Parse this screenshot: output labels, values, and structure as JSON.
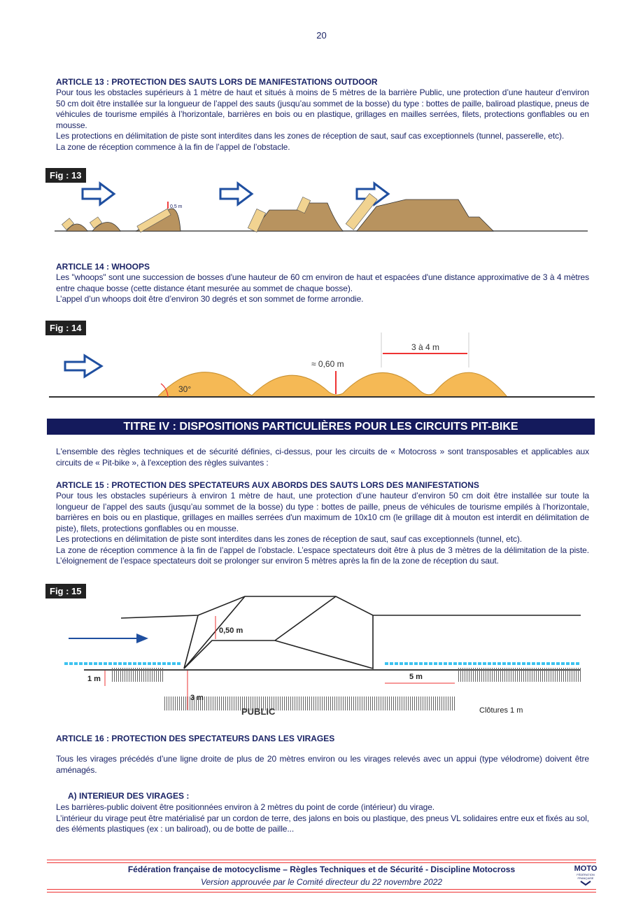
{
  "page_number": "20",
  "article13": {
    "title": "ARTICLE 13 : PROTECTION DES SAUTS LORS DE MANIFESTATIONS OUTDOOR",
    "paragraphs": [
      "Pour tous les obstacles supérieurs à 1 mètre de haut et situés à moins de 5 mètres de la barrière Public, une protection d’une hauteur d’environ 50 cm doit être installée sur la longueur de l’appel des sauts (jusqu’au sommet de la bosse) du type : bottes de paille, baliroad plastique, pneus de véhicules de tourisme empilés à l’horizontale, barrières en bois ou en plastique, grillages en mailles serrées, filets, protections gonflables ou en mousse.",
      "Les protections en délimitation de piste sont interdites dans les zones de réception de saut, sauf cas exceptionnels (tunnel, passerelle, etc).",
      "La zone de réception commence à la fin de l’appel de l’obstacle."
    ],
    "figure": {
      "label": "Fig : 13",
      "annotation": "0,5 m"
    }
  },
  "article14": {
    "title": "ARTICLE 14 : WHOOPS",
    "paragraphs": [
      "Les \"whoops\" sont une succession de bosses d'une hauteur de 60 cm environ de haut et espacées d'une distance approximative de 3 à 4 mètres entre chaque bosse (cette distance étant mesurée au sommet de chaque bosse).",
      "L’appel d’un whoops doit être d’environ 30 degrés et son sommet de forme arrondie."
    ],
    "figure": {
      "label": "Fig : 14",
      "angle": "30°",
      "height": "≈ 0,60 m",
      "spacing": "3 à 4 m"
    }
  },
  "titre4": {
    "title": "TITRE IV : DISPOSITIONS PARTICULIÈRES POUR LES CIRCUITS PIT-BIKE",
    "intro": "L'ensemble des règles techniques et de sécurité définies, ci-dessus, pour les circuits de « Motocross » sont transposables et applicables aux circuits de « Pit-bike », à l'exception des règles suivantes :"
  },
  "article15": {
    "title": "ARTICLE 15 : PROTECTION DES SPECTATEURS AUX ABORDS DES SAUTS LORS DES MANIFESTATIONS",
    "paragraphs": [
      "Pour tous les obstacles supérieurs à environ 1 mètre de haut, une protection d’une hauteur d’environ 50 cm doit être installée sur toute la longueur de l’appel des sauts (jusqu’au sommet de la bosse) du type : bottes de paille, pneus de véhicules de tourisme empilés à l’horizontale, barrières en bois ou en plastique, grillages en mailles serrées d'un maximum de 10x10 cm (le grillage dit à mouton est interdit en délimitation de piste), filets, protections gonflables ou en mousse.",
      "Les protections en délimitation de piste sont interdites dans les zones de réception de saut, sauf cas exceptionnels (tunnel, etc).",
      "La zone de réception commence à la fin de l’appel de l’obstacle. L’espace spectateurs doit être à plus de 3 mètres de la délimitation de la piste. L’éloignement de l’espace spectateurs doit se prolonger sur environ 5 mètres après la fin de la zone de réception du saut."
    ],
    "figure": {
      "label": "Fig : 15",
      "height": "0,50 m",
      "fence_left": "1 m",
      "distance": "3 m",
      "after": "5 m",
      "fences": "Clôtures 1 m",
      "public": "PUBLIC"
    }
  },
  "article16": {
    "title": "ARTICLE 16 : PROTECTION DES SPECTATEURS DANS LES VIRAGES",
    "paragraph": "Tous les virages précédés d’une ligne droite de plus de 20 mètres environ ou les virages relevés avec un appui (type vélodrome) doivent être aménagés.",
    "subsection_a": {
      "title": "A)   INTERIEUR DES VIRAGES :",
      "paragraphs": [
        "Les barrières-public doivent être positionnées environ à 2 mètres du point de corde (intérieur) du virage.",
        "L’intérieur du virage peut être matérialisé par un cordon de terre, des jalons en bois ou plastique, des pneus VL solidaires entre eux et fixés au sol, des éléments plastiques (ex : un baliroad), ou de botte de paille..."
      ]
    }
  },
  "footer": {
    "line1": "Fédération française de motocyclisme – Règles Techniques et de Sécurité - Discipline Motocross",
    "line2": "Version approuvée par le Comité directeur du 22 novembre 2022",
    "logo_text": "MOTO FÉDÉRATION FRANÇAISE"
  },
  "colors": {
    "text": "#1b2466",
    "title_bar": "#141a5c",
    "arrow": "#1f4fa0",
    "dirt": "#b8935f",
    "whoop": "#f5b955",
    "footer_rule": "#e33333"
  }
}
